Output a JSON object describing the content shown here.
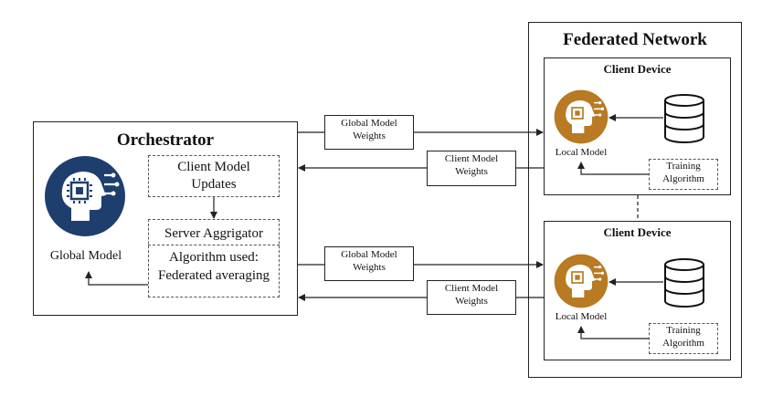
{
  "orchestrator": {
    "title": "Orchestrator",
    "global_model_label": "Global Model",
    "client_updates_label": "Client Model Updates",
    "server_aggregator_label": "Server Aggrigator",
    "algorithm_label": "Algorithm used: Federated averaging"
  },
  "network": {
    "title": "Federated Network",
    "devices": [
      {
        "title": "Client Device",
        "local_model_label": "Local Model",
        "training_label": "Training Algorithm"
      },
      {
        "title": "Client Device",
        "local_model_label": "Local Model",
        "training_label": "Training Algorithm"
      }
    ]
  },
  "messages": {
    "global_weights": "Global Model Weights",
    "client_weights": "Client Model Weights"
  },
  "colors": {
    "global_model_icon": "#1e3f6e",
    "local_model_icon": "#b87a22",
    "line": "#222222"
  },
  "icons": {
    "model": "ai-head-chip-icon",
    "data": "database-icon"
  }
}
